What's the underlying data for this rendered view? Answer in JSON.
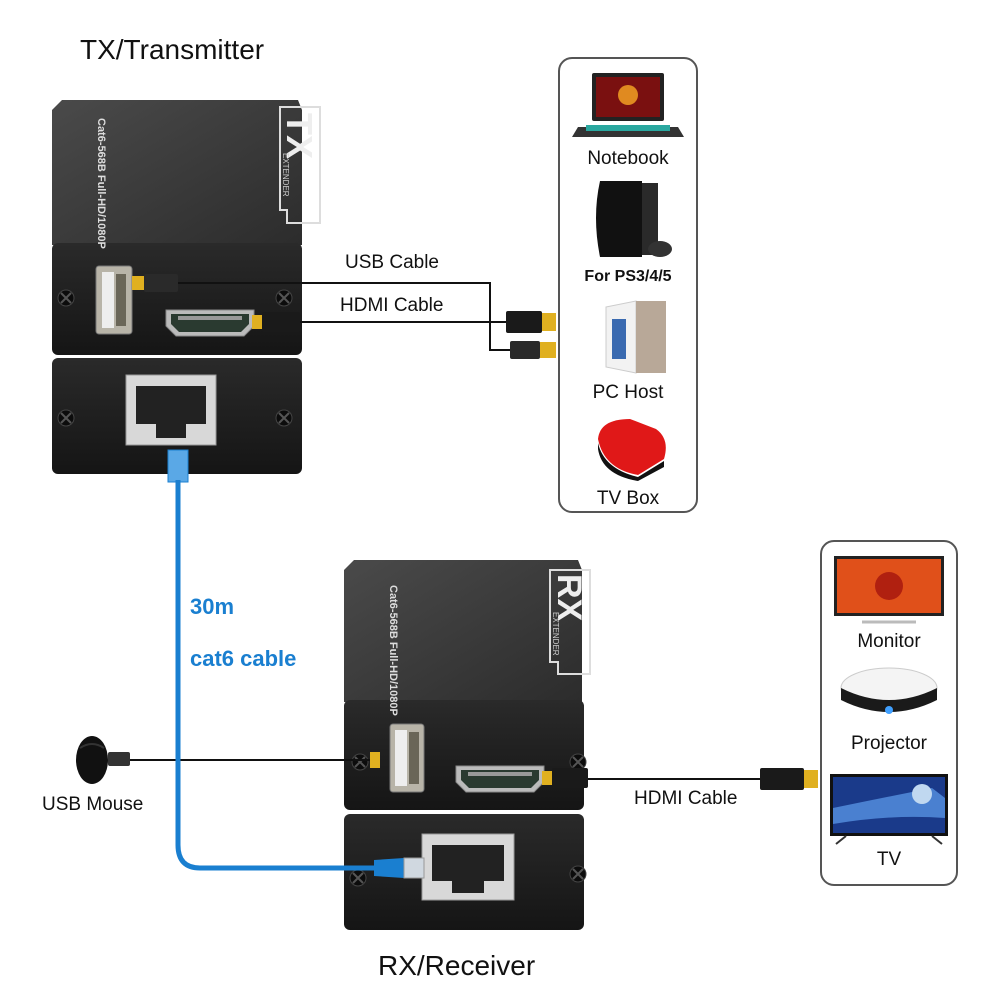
{
  "titles": {
    "transmitter": "TX/Transmitter",
    "receiver": "RX/Receiver"
  },
  "tx_unit": {
    "badge": "TX",
    "badge_sub": "EXTENDER",
    "spec_text": "Cat6-568B Full-HD/1080P",
    "ports": [
      "usb-port",
      "hdmi-port",
      "rj45-port"
    ]
  },
  "rx_unit": {
    "badge": "RX",
    "badge_sub": "EXTENDER",
    "spec_text": "Cat6-568B Full-HD/1080P",
    "ports": [
      "usb-port",
      "hdmi-port",
      "rj45-port"
    ]
  },
  "cables": {
    "tx_usb": "USB Cable",
    "tx_hdmi": "HDMI Cable",
    "rx_hdmi": "HDMI Cable",
    "network_length": "30m",
    "network_type": "cat6 cable"
  },
  "source_devices": [
    {
      "label": "Notebook",
      "icon": "laptop-icon"
    },
    {
      "label": "For PS3/4/5",
      "icon": "game-console-icon"
    },
    {
      "label": "PC Host",
      "icon": "pc-tower-icon"
    },
    {
      "label": "TV Box",
      "icon": "tv-box-icon"
    }
  ],
  "display_devices": [
    {
      "label": "Monitor",
      "icon": "monitor-icon"
    },
    {
      "label": "Projector",
      "icon": "projector-icon"
    },
    {
      "label": "TV",
      "icon": "tv-icon"
    }
  ],
  "peripheral": {
    "label": "USB Mouse",
    "icon": "mouse-icon"
  },
  "colors": {
    "device_body": "#1f1f1f",
    "device_top": "#3a3a3a",
    "cat6_cable": "#1a7fd0",
    "connector_gold": "#e0b020"
  }
}
